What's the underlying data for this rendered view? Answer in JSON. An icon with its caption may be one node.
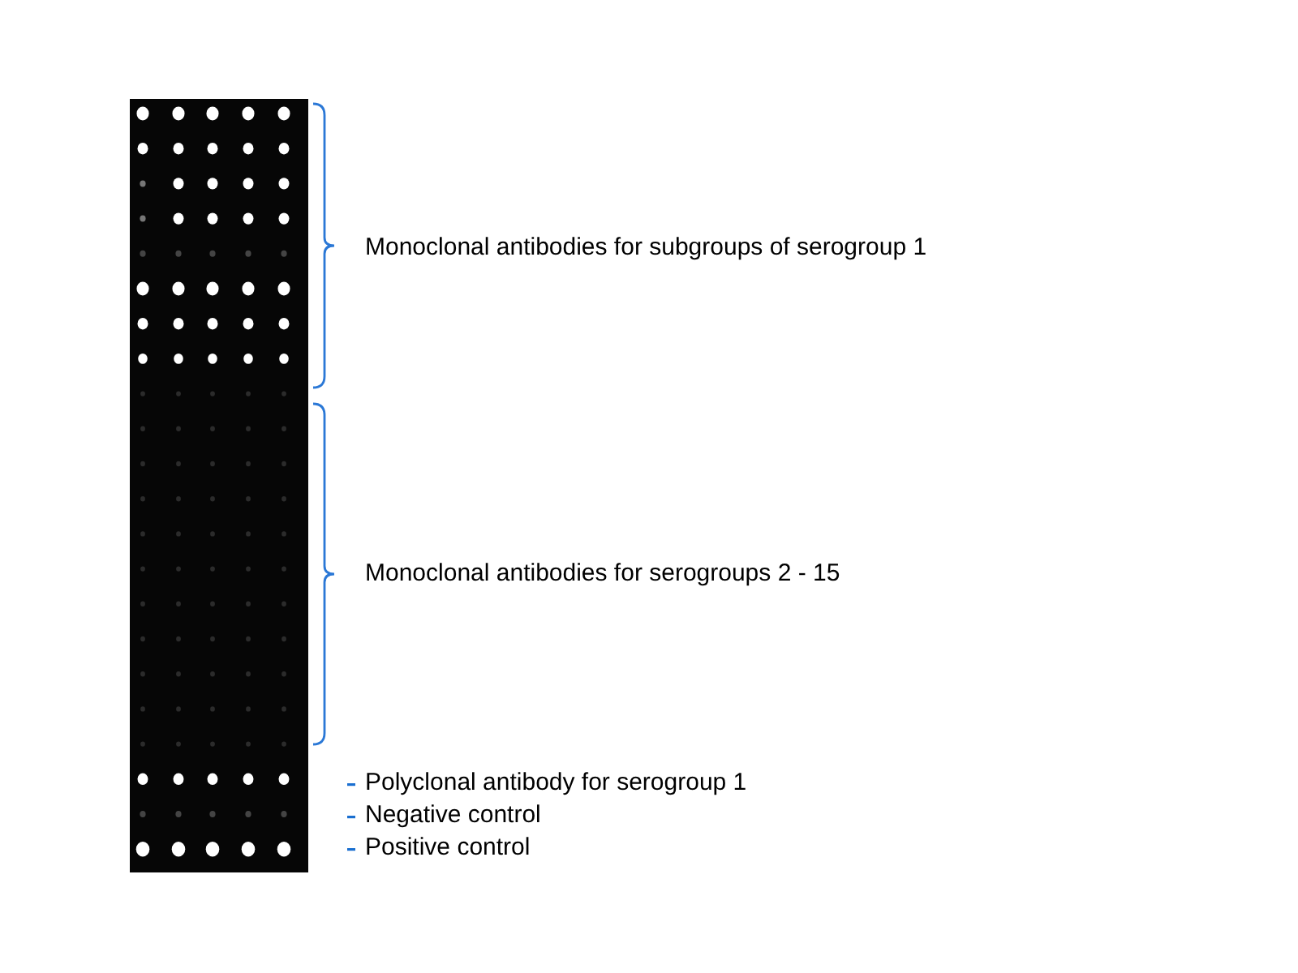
{
  "diagram": {
    "labels": [
      "Monoclonal antibodies for subgroups of serogroup 1",
      "Monoclonal antibodies for serogroups 2 - 15",
      "Polyclonal antibody for serogroup 1",
      "Negative control",
      "Positive control"
    ]
  }
}
